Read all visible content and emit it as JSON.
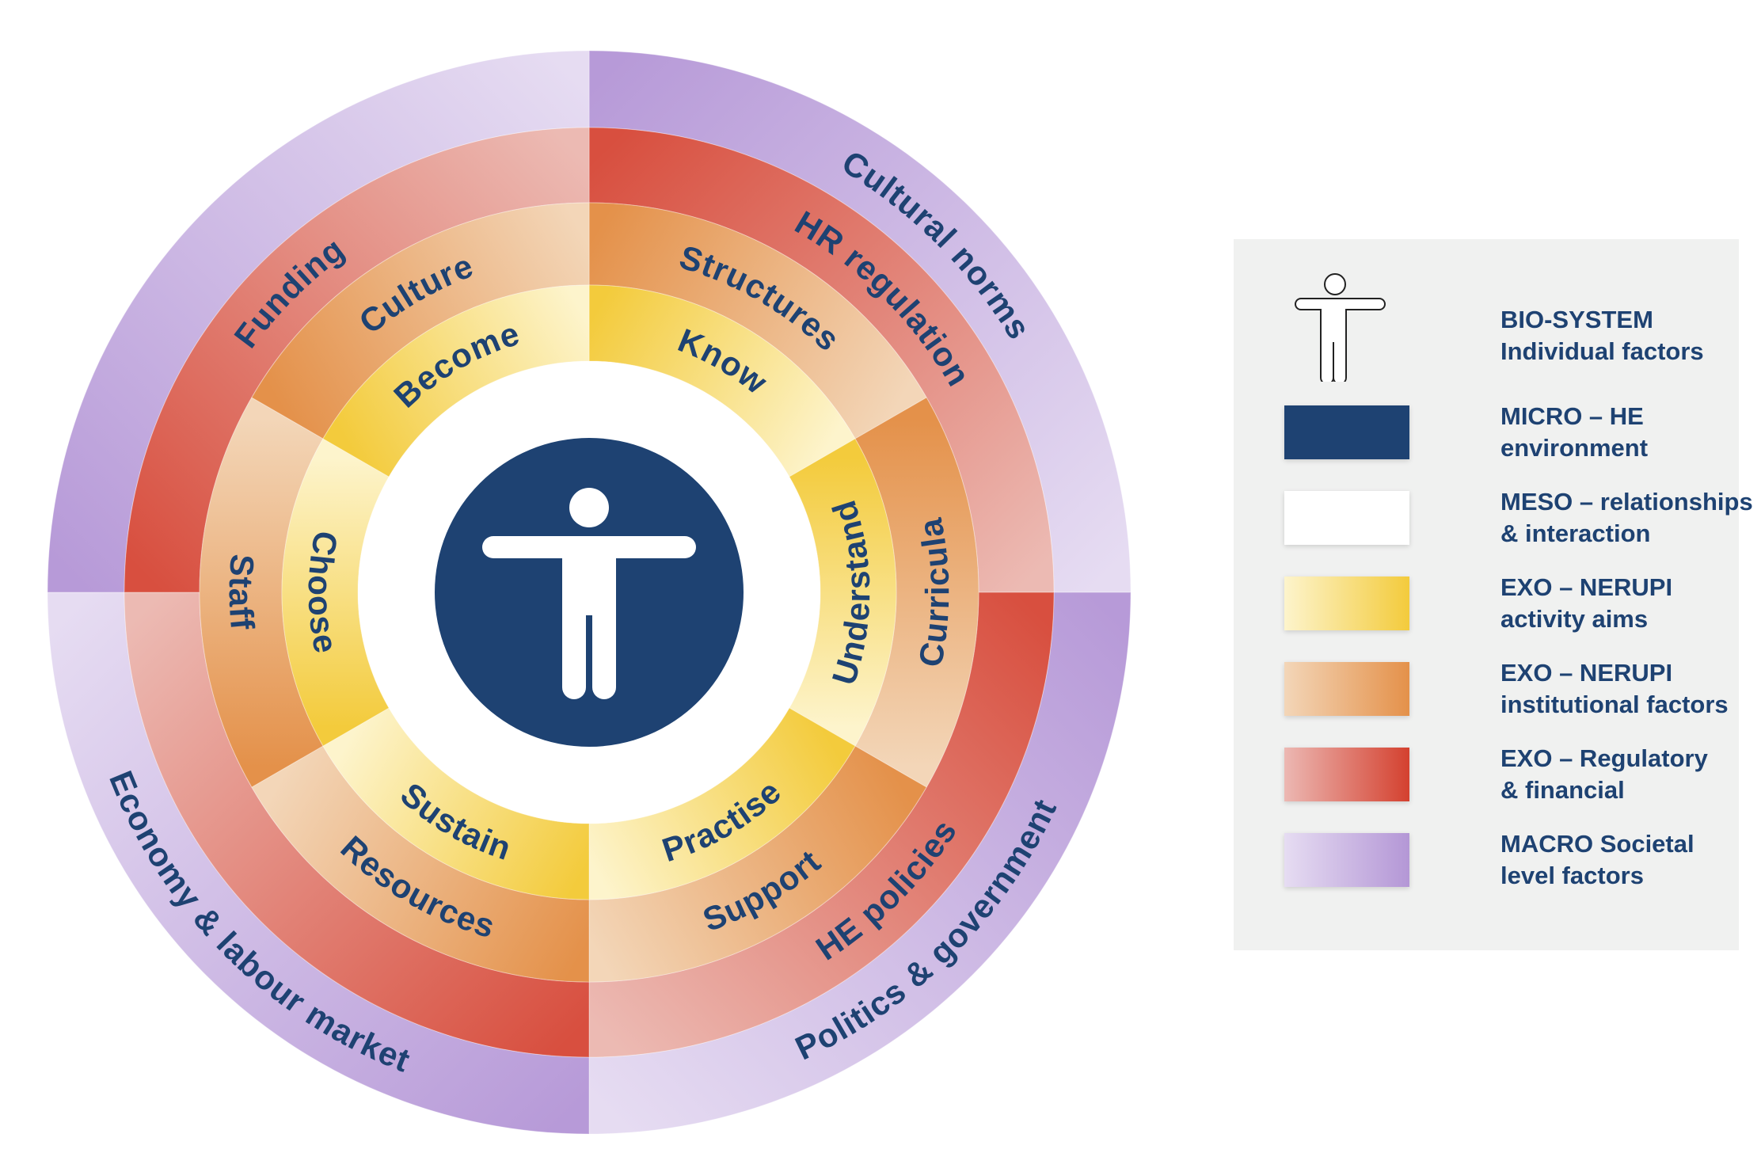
{
  "diagram": {
    "colors": {
      "text": "#1e4272",
      "micro": "#1e4272",
      "meso": "#ffffff"
    },
    "rings": {
      "macro": {
        "colors": [
          "#b79ad8",
          "#e6dcf2"
        ],
        "segments": [
          {
            "label": "Cultural norms"
          },
          {
            "label": "Politics & government"
          },
          {
            "label": "Economy & labour market"
          },
          {
            "label": ""
          }
        ]
      },
      "regulatory": {
        "colors": [
          "#d84f3f",
          "#ecbab3"
        ],
        "segments": [
          {
            "label": "HR regulation"
          },
          {
            "label": "HE policies"
          },
          {
            "label": ""
          },
          {
            "label": "Funding"
          }
        ]
      },
      "institutional": {
        "colors": [
          "#e4914a",
          "#f3d6b8"
        ],
        "segments": [
          {
            "label": "Structures"
          },
          {
            "label": "Curricula"
          },
          {
            "label": "Support"
          },
          {
            "label": "Resources"
          },
          {
            "label": "Staff"
          },
          {
            "label": "Culture"
          }
        ]
      },
      "aims": {
        "colors": [
          "#f3cb3c",
          "#fdf4cc"
        ],
        "segments": [
          {
            "label": "Know"
          },
          {
            "label": "Understand"
          },
          {
            "label": "Practise"
          },
          {
            "label": "Sustain"
          },
          {
            "label": "Choose"
          },
          {
            "label": "Become"
          }
        ]
      }
    }
  },
  "legend": {
    "items": [
      {
        "line1": "BIO-SYSTEM",
        "line2": "Individual factors",
        "icon": "person-outline-icon"
      },
      {
        "line1": "MICRO – HE",
        "line2": "environment",
        "colors": [
          "#1e4272",
          "#1e4272"
        ]
      },
      {
        "line1": "MESO – relationships",
        "line2": "& interaction",
        "colors": [
          "#ffffff",
          "#ffffff"
        ]
      },
      {
        "line1": "EXO – NERUPI",
        "line2": "activity aims",
        "colors": [
          "#fdf4cc",
          "#f3cb3c"
        ]
      },
      {
        "line1": "EXO – NERUPI",
        "line2": "institutional factors",
        "colors": [
          "#f3d6b8",
          "#e4914a"
        ]
      },
      {
        "line1": "EXO – Regulatory",
        "line2": "& financial",
        "colors": [
          "#ecb8b3",
          "#d4412f"
        ]
      },
      {
        "line1": "MACRO Societal",
        "line2": "level factors",
        "colors": [
          "#e6dcf2",
          "#b497d6"
        ]
      }
    ]
  }
}
